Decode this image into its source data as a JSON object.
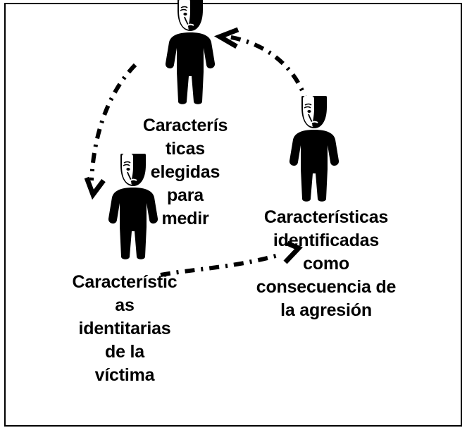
{
  "diagram": {
    "title": "Ciclo de caracteristicas",
    "type": "cycle-diagram",
    "background_color": "#ffffff",
    "border_color": "#000000",
    "figure_color": "#000000",
    "nodes": [
      {
        "id": "center",
        "name": "caracteristicas-elegidas-para-medir",
        "lines": [
          "Caracterís",
          "ticas",
          "elegidas",
          "para",
          "medir"
        ],
        "note": "parcialmente oculto por la figura izquierda"
      },
      {
        "id": "left",
        "name": "caracteristicas-identitarias-de-la-victima",
        "lines": [
          "Característic",
          "as",
          "identitarias",
          "de la",
          "víctima"
        ]
      },
      {
        "id": "right",
        "name": "caracteristicas-identificadas-como-consecuencia-de-la-agresion",
        "lines": [
          "Características",
          "identificadas",
          "como",
          "consecuencia de",
          "la agresión"
        ]
      }
    ],
    "figures": [
      {
        "id": "figure-top",
        "icon": "masked-person-icon",
        "position": "top"
      },
      {
        "id": "figure-left",
        "icon": "masked-person-icon",
        "position": "left"
      },
      {
        "id": "figure-right",
        "icon": "masked-person-icon",
        "position": "right"
      }
    ],
    "arrows": [
      {
        "id": "arrow-right-to-top",
        "style": "dash-dot",
        "direction": "right-to-top",
        "head": "left"
      },
      {
        "id": "arrow-top-to-left",
        "style": "dash-dot",
        "direction": "top-to-left",
        "head": "down"
      },
      {
        "id": "arrow-left-to-right",
        "style": "dash-dot",
        "direction": "left-to-right",
        "head": "up-right"
      }
    ]
  }
}
